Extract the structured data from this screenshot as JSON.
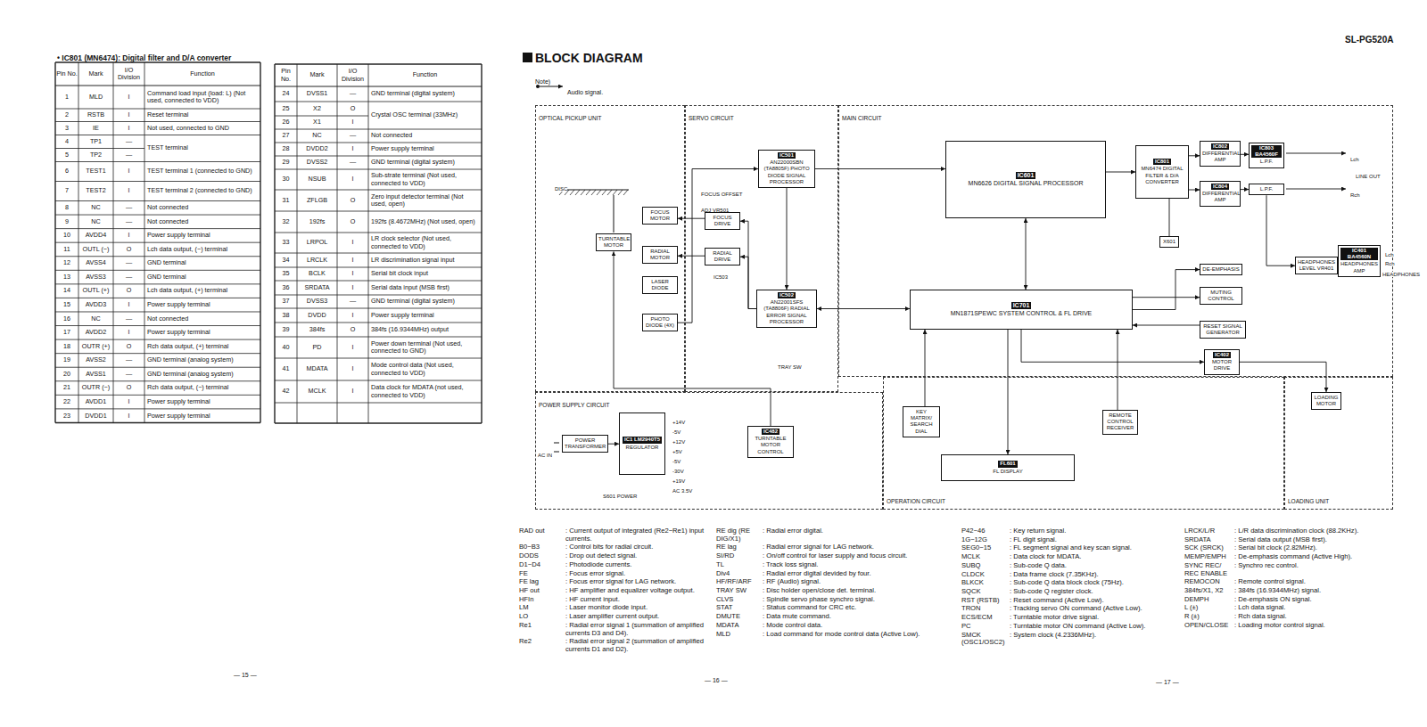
{
  "diagram": {
    "title": "BLOCK DIAGRAM",
    "nodes": [
      {
        "text": [
          "OPTICAL PICKUP UNIT"
        ]
      },
      {
        "text": [
          "SERVO CIRCUIT"
        ]
      },
      {
        "text": [
          "MAIN CIRCUIT"
        ]
      },
      {
        "text": [
          "POWER SUPPLY CIRCUIT"
        ]
      },
      {
        "text": [
          "OPERATION CIRCUIT"
        ]
      },
      {
        "text": [
          "LOADING UNIT"
        ]
      },
      {
        "text": [
          "TURNTABLE MOTOR"
        ],
        "in": 0
      },
      {
        "text": [
          "FOCUS MOTOR"
        ],
        "in": 0
      },
      {
        "text": [
          "RADIAL MOTOR"
        ],
        "in": 0
      },
      {
        "text": [
          "LASER DIODE"
        ],
        "in": 0
      },
      {
        "text": [
          "PHOTO DIODE (4X)"
        ],
        "in": 0
      },
      {
        "text": [
          "IC501",
          "AN22000SBN (TA8805F) PHOTO DIODE SIGNAL PROCESSOR"
        ],
        "in": 1
      },
      {
        "text": [
          "FOCUS DRIVE"
        ],
        "in": 1
      },
      {
        "text": [
          "RADIAL DRIVE"
        ],
        "in": 1
      },
      {
        "text": [
          "IC502",
          "AN22001SFS (TA8806F) RADIAL ERROR SIGNAL PROCESSOR"
        ],
        "in": 1
      },
      {
        "text": [
          "IC601",
          "MN6626 DIGITAL SIGNAL PROCESSOR"
        ],
        "in": 2
      },
      {
        "text": [
          "IC801",
          "MN6474 DIGITAL FILTER & D/A CONVERTER"
        ],
        "in": 2
      },
      {
        "text": [
          "IC802",
          "DIFFERENTIAL AMP"
        ],
        "in": 2
      },
      {
        "text": [
          "IC803 BA4560F",
          "L.P.F."
        ],
        "in": 2
      },
      {
        "text": [
          "IC804",
          "DIFFERENTIAL AMP"
        ],
        "in": 2
      },
      {
        "text": [
          "L.P.F."
        ],
        "in": 2
      },
      {
        "text": [
          "IC701",
          "MN1871SPEWC SYSTEM CONTROL & FL DRIVE"
        ],
        "in": 2
      },
      {
        "text": [
          "X601"
        ],
        "in": 2
      },
      {
        "text": [
          "DE-EMPHASIS"
        ],
        "in": 2
      },
      {
        "text": [
          "MUTING CONTROL"
        ],
        "in": 2
      },
      {
        "text": [
          "RESET SIGNAL GENERATOR"
        ],
        "in": 2
      },
      {
        "text": [
          "IC402",
          "MOTOR DRIVE"
        ],
        "in": 2
      },
      {
        "text": [
          "HEADPHONES LEVEL VR401"
        ],
        "in": 2
      },
      {
        "text": [
          "IC401 BA4560N",
          "HEADPHONES AMP"
        ],
        "in": 2
      },
      {
        "text": [
          "POWER TRANSFORMER"
        ],
        "in": 3
      },
      {
        "text": [
          "IC1 LM2940T5",
          "REGULATOR"
        ],
        "in": 3
      },
      {
        "text": [
          "IC482",
          "TURNTABLE MOTOR CONTROL"
        ],
        "in": 3
      },
      {
        "text": [
          "KEY MATRIX/ SEARCH DIAL"
        ],
        "in": 4
      },
      {
        "text": [
          "FL601",
          "FL DISPLAY"
        ],
        "in": 4
      },
      {
        "text": [
          "REMOTE CONTROL RECEIVER"
        ],
        "in": 4
      },
      {
        "text": [
          "LOADING MOTOR"
        ],
        "in": 5
      }
    ],
    "edges": [
      {
        "from": 10,
        "to": 11,
        "arrow": "to"
      },
      {
        "from": 11,
        "to": 15,
        "arrow": "to"
      },
      {
        "from": 11,
        "to": 14,
        "arrow": "to"
      },
      {
        "from": 14,
        "to": 12,
        "arrow": "to"
      },
      {
        "from": 12,
        "to": 7,
        "arrow": "to"
      },
      {
        "from": 14,
        "to": 13,
        "arrow": "to"
      },
      {
        "from": 13,
        "to": 8,
        "arrow": "to"
      },
      {
        "from": 15,
        "to": 16,
        "arrow": "to"
      },
      {
        "from": 16,
        "to": 17,
        "arrow": "to"
      },
      {
        "from": 16,
        "to": 19,
        "arrow": "to"
      },
      {
        "from": 17,
        "to": 18,
        "arrow": "to"
      },
      {
        "from": 19,
        "to": 20,
        "arrow": "to"
      },
      {
        "from": 21,
        "to": 15,
        "arrow": "both"
      },
      {
        "from": 21,
        "to": 14,
        "arrow": "both"
      },
      {
        "from": 21,
        "to": 23,
        "arrow": "to"
      },
      {
        "from": 21,
        "to": 24,
        "arrow": "to"
      },
      {
        "from": 25,
        "to": 21,
        "arrow": "to"
      },
      {
        "from": 21,
        "to": 26,
        "arrow": "to"
      },
      {
        "from": 26,
        "to": 35,
        "arrow": "to"
      },
      {
        "from": 21,
        "to": 33,
        "arrow": "to"
      },
      {
        "from": 32,
        "to": 21,
        "arrow": "to"
      },
      {
        "from": 34,
        "to": 21,
        "arrow": "to"
      },
      {
        "from": 31,
        "to": 6,
        "arrow": "to"
      },
      {
        "from": 22,
        "to": 16,
        "arrow": "none"
      },
      {
        "from": 20,
        "to": 27,
        "arrow": "to"
      },
      {
        "from": 27,
        "to": 28,
        "arrow": "to"
      },
      {
        "from": 29,
        "to": 30,
        "arrow": "to"
      }
    ],
    "labels": [
      "SL-PG520A",
      "• IC801 (MN6474): Digital filter and D/A converter",
      "Pin No.",
      "Mark",
      "I/O Division",
      "Function",
      "1",
      "MLD",
      "I",
      "Command load input (load: L) (Not used, connected to VDD)",
      "2",
      "RSTB",
      "I",
      "Reset terminal",
      "3",
      "IE",
      "I",
      "Not used, connected to GND",
      "4",
      "TP1",
      "—",
      "TEST terminal",
      "5",
      "TP2",
      "—",
      "6",
      "TEST1",
      "I",
      "TEST terminal 1 (connected to GND)",
      "7",
      "TEST2",
      "I",
      "TEST terminal 2 (connected to GND)",
      "8",
      "NC",
      "—",
      "Not connected",
      "9",
      "NC",
      "—",
      "Not connected",
      "10",
      "AVDD4",
      "I",
      "Power supply terminal",
      "11",
      "OUTL (−)",
      "O",
      "Lch data output, (−) terminal",
      "12",
      "AVSS4",
      "—",
      "GND terminal",
      "13",
      "AVSS3",
      "—",
      "GND terminal",
      "14",
      "OUTL (+)",
      "O",
      "Lch data output, (+) terminal",
      "15",
      "AVDD3",
      "I",
      "Power supply terminal",
      "16",
      "NC",
      "—",
      "Not connected",
      "17",
      "AVDD2",
      "I",
      "Power supply terminal",
      "18",
      "OUTR (+)",
      "O",
      "Rch data output, (+) terminal",
      "19",
      "AVSS2",
      "—",
      "GND terminal (analog system)",
      "20",
      "AVSS1",
      "—",
      "GND terminal (analog system)",
      "21",
      "OUTR (−)",
      "O",
      "Rch data output, (−) terminal",
      "22",
      "AVDD1",
      "I",
      "Power supply terminal",
      "23",
      "DVDD1",
      "I",
      "Power supply terminal",
      "Pin No.",
      "Mark",
      "I/O Division",
      "Function",
      "24",
      "DVSS1",
      "—",
      "GND terminal (digital system)",
      "25",
      "X2",
      "O",
      "Crystal OSC terminal (33MHz)",
      "26",
      "X1",
      "I",
      "27",
      "NC",
      "—",
      "Not connected",
      "28",
      "DVDD2",
      "I",
      "Power supply terminal",
      "29",
      "DVSS2",
      "—",
      "GND terminal (digital system)",
      "30",
      "NSUB",
      "I",
      "Sub-strate terminal (Not used, connected to VDD)",
      "31",
      "ZFLGB",
      "O",
      "Zero input detector terminal (Not used, open)",
      "32",
      "192fs",
      "O",
      "192fs (8.4672MHz) (Not used, open)",
      "33",
      "LRPOL",
      "I",
      "LR clock selector (Not used, connected to VDD)",
      "34",
      "LRCLK",
      "I",
      "LR discrimination signal input",
      "35",
      "BCLK",
      "I",
      "Serial bit clock input",
      "36",
      "SRDATA",
      "I",
      "Serial data input (MSB first)",
      "37",
      "DVSS3",
      "—",
      "GND terminal (digital system)",
      "38",
      "DVDD",
      "I",
      "Power supply terminal",
      "39",
      "384fs",
      "O",
      "384fs (16.9344MHz) output",
      "40",
      "PD",
      "I",
      "Power down terminal (Not used, connected to GND)",
      "41",
      "MDATA",
      "I",
      "Mode control data (Not used, connected to VDD)",
      "42",
      "MCLK",
      "I",
      "Data clock for MDATA (not used, connected to VDD)",
      "Note)",
      "DISC",
      "TRAY SW",
      "IC503",
      "FOCUS OFFSET ADJ VR501",
      "LINE OUT",
      "Lch",
      "Rch",
      "Lch",
      "Rch",
      "HEADPHONES",
      "AC IN",
      "S601 POWER",
      "+14V",
      "-5V",
      "+12V",
      "+5V",
      "-5V",
      "-30V",
      "+19V",
      "AC 3.5V",
      "RAD out",
      ": Current output of integrated (Re2−Re1) input currents.",
      "B0~B3",
      ": Control bits for radial circuit.",
      "DODS",
      ": Drop out detect signal.",
      "D1~D4",
      ": Photodiode currents.",
      "FE",
      ": Focus error signal.",
      "FE lag",
      ": Focus error signal for LAG network.",
      "HF out",
      ": HF amplifier and equalizer voltage output.",
      "HFIn",
      ": HF current input.",
      "LM",
      ": Laser monitor diode input.",
      "LO",
      ": Laser amplifier current output.",
      "Re1",
      ": Radial error signal 1 (summation of amplified currents D3 and D4).",
      "Re2",
      ": Radial error signal 2 (summation of amplified currents D1 and D2).",
      "RE dig (RE DIG/X1)",
      ": Radial error digital.",
      "RE lag",
      ": Radial error signal for LAG network.",
      "SI/RD",
      ": On/off control for laser supply and focus circuit.",
      "TL",
      ": Track loss signal.",
      "Div4",
      ": Radial error digital devided by four.",
      "HF/RF/ARF",
      ": RF (Audio) signal.",
      "TRAY SW",
      ": Disc holder open/close det. terminal.",
      "CLVS",
      ": Spindle servo phase synchro signal.",
      "STAT",
      ": Status command for CRC etc.",
      "DMUTE",
      ": Data mute command.",
      "MDATA",
      ": Mode control data.",
      "MLD",
      ": Load command for mode control data (Active Low).",
      "P42~46",
      ": Key return signal.",
      "1G~12G",
      ": FL digit signal.",
      "SEG0~15",
      ": FL segment signal and key scan signal.",
      "MCLK",
      ": Data clock for MDATA.",
      "SUBQ",
      ": Sub-code Q data.",
      "CLDCK",
      ": Data frame clock (7.35KHz).",
      "BLKCK",
      ": Sub-code Q data block clock (75Hz).",
      "SQCK",
      ": Sub-code Q register clock.",
      "RST (RSTB)",
      ": Reset command (Active Low).",
      "TRON",
      ": Tracking servo ON command (Active Low).",
      "ECS/ECM",
      ": Turntable motor drive signal.",
      "PC",
      ": Turntable motor ON command (Active Low).",
      "SMCK (OSC1/OSC2)",
      ": System clock (4.2336MHz).",
      "LRCK/L/R",
      ": L/R data discrimination clock (88.2KHz).",
      "SRDATA",
      ": Serial data output (MSB first).",
      "SCK (SRCK)",
      ": Serial bit clock (2.82MHz).",
      "MEMP/EMPH",
      ": De-emphasis command (Active High).",
      "SYNC REC/ REC ENABLE",
      ": Synchro rec control.",
      "REMOCON",
      ": Remote control signal.",
      "384fs/X1, X2",
      ": 384fs (16.9344MHz) signal.",
      "DEMPH",
      ": De-emphasis ON signal.",
      "L (±)",
      ": Lch data signal.",
      "R (±)",
      ": Rch data signal.",
      "OPEN/CLOSE",
      ": Loading motor control signal.",
      "— 15 —",
      "— 16 —",
      "— 17 —"
    ],
    "legend": [
      {
        "text": "Audio signal."
      }
    ]
  }
}
